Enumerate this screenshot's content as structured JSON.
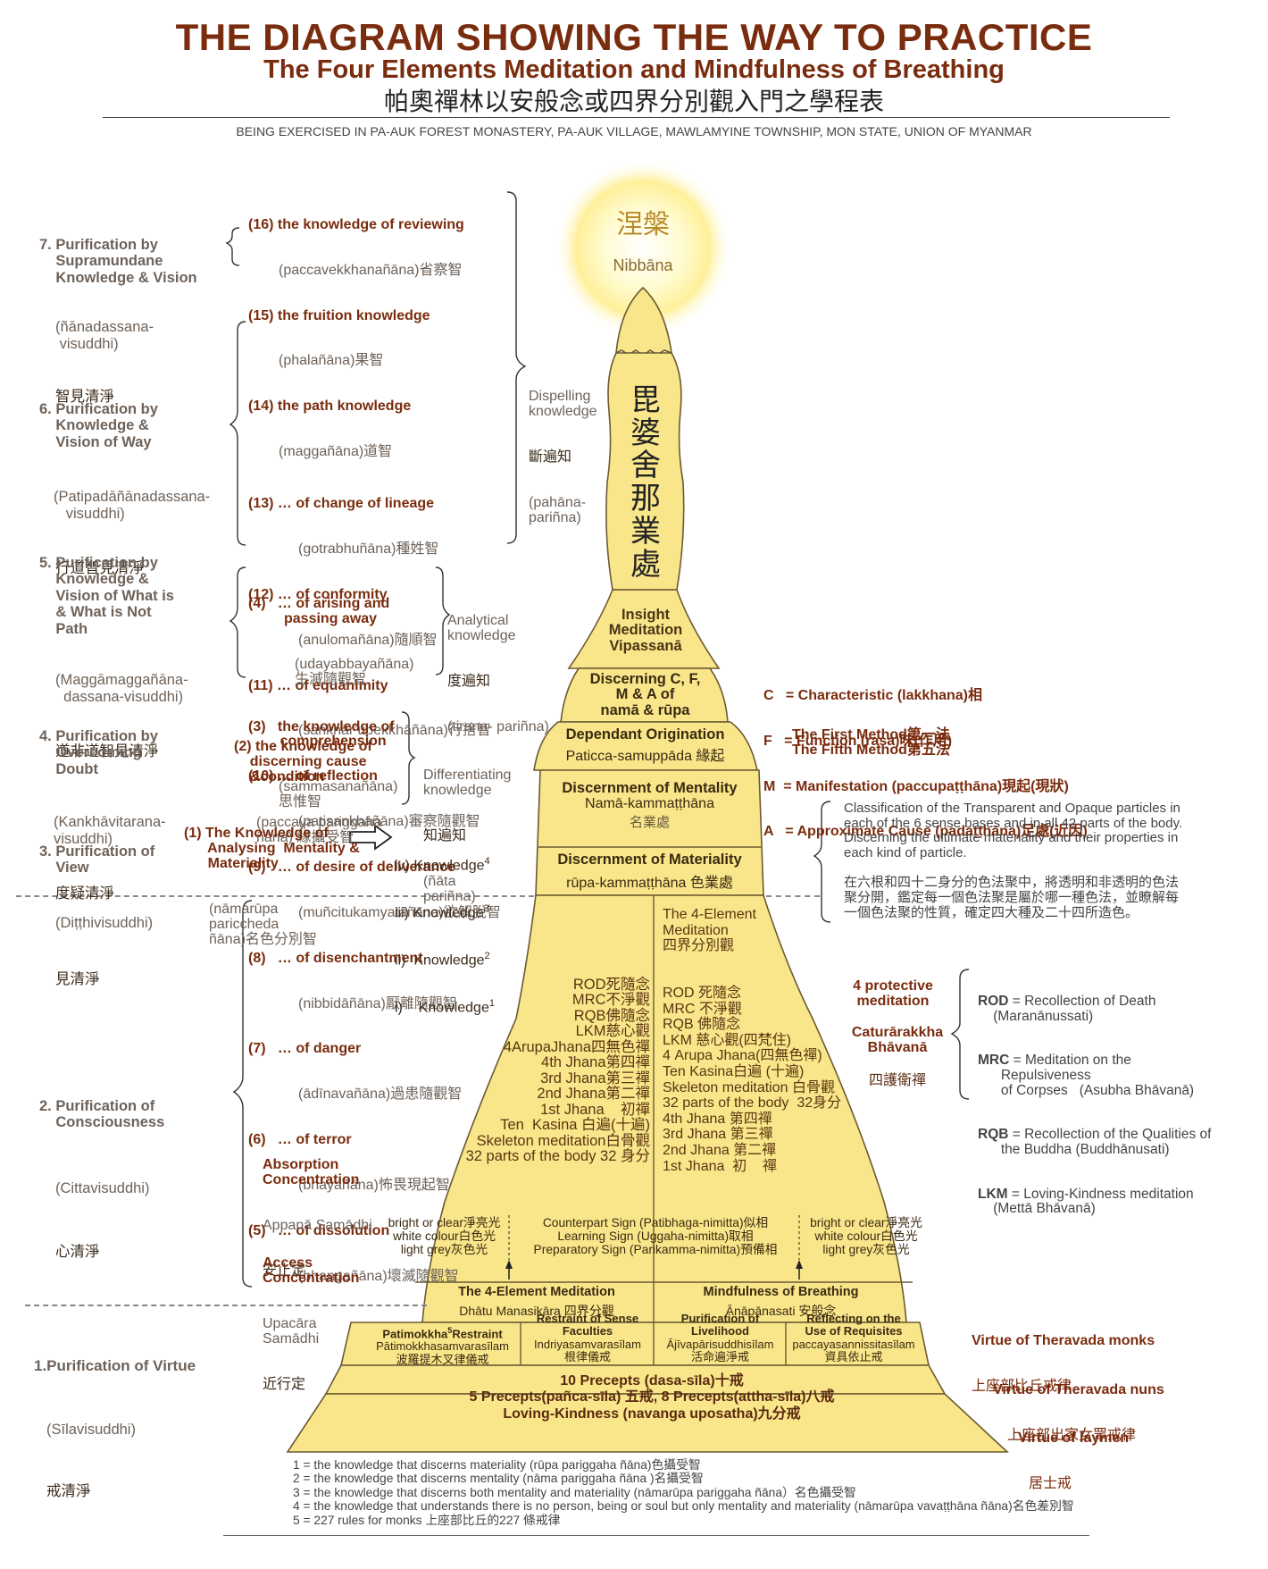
{
  "header": {
    "title": "THE DIAGRAM SHOWING THE WAY TO PRACTICE",
    "subtitle": "The Four Elements Meditation and Mindfulness of Breathing",
    "chinese_title": "帕奧禪林以安般念或四界分別觀入門之學程表",
    "location": "BEING EXERCISED IN PA-AUK FOREST MONASTERY, PA-AUK VILLAGE, MAWLAMYINE TOWNSHIP, MON STATE, UNION OF MYANMAR"
  },
  "purifications": {
    "p7": {
      "title": "7. Purification by\n    Supramundane\n    Knowledge & Vision",
      "pali": "(ñānadassana-\n visuddhi)",
      "zh": "智見清淨"
    },
    "p6": {
      "title": "6. Purification by\n    Knowledge &\n    Vision of Way",
      "pali": "(Patipadāñānadassana-\n   visuddhi)",
      "zh": "行道智見清淨"
    },
    "p5": {
      "title": "5. Purification by\n    Knowledge &\n    Vision of What is\n    & What is Not\n    Path",
      "pali": "(Maggāmaggañāna-\n  dassana-visuddhi)",
      "zh": "道非道智見清淨"
    },
    "p4": {
      "title": "4. Purification by\n    Overcoming\n    Doubt",
      "pali": "(Kankhāvitarana-\nvisuddhi)",
      "zh": "度疑清淨"
    },
    "p3": {
      "title": "3. Purification of\n    View",
      "pali": "(Diṭṭhivisuddhi)",
      "zh": "見清淨"
    },
    "p2": {
      "title": "2. Purification of\n    Consciousness",
      "pali": "(Cittavisuddhi)",
      "zh": "心清淨"
    },
    "p1": {
      "title": "1.Purification of Virtue",
      "pali": "(Sīlavisuddhi)",
      "zh": "戒清淨"
    }
  },
  "knowledges": {
    "k16": "(16) the knowledge of reviewing",
    "k16p": "(paccavekkhanañāna)省察智",
    "k15": "(15) the fruition knowledge",
    "k15p": "(phalañāna)果智",
    "k14": "(14) the path knowledge",
    "k14p": "(maggañāna)道智",
    "k13": "(13) … of change of lineage",
    "k13p": "(gotrabhuñāna)種姓智",
    "k12": "(12) … of conformity",
    "k12p": "(anulomañāna)隨順智",
    "k11": "(11) … of equanimity",
    "k11p": "(sankhār’upekkhāñāna)行捨智",
    "k10": "(10) … of reflection",
    "k10p": "(patisankhāñāna)審察隨觀智",
    "k9": "(9)   … of desire of deliverance",
    "k9p": "(muñcitukamyatāñāna)欲解脫智",
    "k8": "(8)   … of disenchantment",
    "k8p": "(nibbidāñāna)厭離隨觀智",
    "k7": "(7)   … of danger",
    "k7p": "(ādīnavañāna)過患隨觀智",
    "k6": "(6)   … of terror",
    "k6p": "(bhayañāna)怖畏現起智",
    "k5": "(5)   … of dissolution",
    "k5p": "(bhangañāna)壞滅隨觀智",
    "k4": "(4)   … of arising and\n         passing away",
    "k4p": "(udayabbayañāna)\n生滅隨觀智",
    "k3": "(3)   the knowledge of\n        comprehension",
    "k3p": "(sammasanañāna)\n思惟智",
    "k2": "(2) the knowledge of\n    discerning cause\n    &condition",
    "k2p": "(paccaya pariggaha\nñāna) 緣攝受智",
    "k1": "(1) The Knowledge of\n      Analysing  Mentality &\n      Materiality",
    "k1p": "(nāmarūpa\npariccheda\nñāna)名色分別智"
  },
  "knowledge_groups": {
    "dispelling": "Dispelling\nknowledge",
    "dispelling_zh": "斷遍知",
    "dispelling_pali": "(pahāna-\npariñna)",
    "analytical": "Analytical\nknowledge",
    "analytical_zh": "度遍知",
    "analytical_pali": "(tirana- pariñna)",
    "differentiating": "Differentiating\nknowledge",
    "differentiating_zh": "知遍知",
    "differentiating_pali": "(ñāta\npariñna)"
  },
  "arrow_list": {
    "iv": "iv) Knowledge",
    "iv_sup": "4",
    "iii": "iii) Knowledge",
    "iii_sup": "3",
    "ii": "ii)  Knowledge",
    "ii_sup": "2",
    "i": "i)    Knowledge",
    "i_sup": "1"
  },
  "stupa": {
    "nibbana_zh": "涅槃",
    "nibbana": "Nibbāna",
    "vipassana_zh": "毘\n婆\n舍\n那\n業\n處",
    "insight": "Insight\nMeditation\nVipassanā",
    "discerning_cf": "Discerning C, F,\nM & A of\nnamā & rūpa",
    "dependant": "Dependant Origination",
    "paticca": "Paticca-samuppāda 緣起",
    "mentality": "Discernment of Mentality",
    "mentality_pali": "Namā-kammaṭṭhāna",
    "mentality_zh": "名業處",
    "materiality": "Discernment of Materiality",
    "materiality_pali": "rūpa-kammaṭṭhāna 色業處",
    "four_element_head": "The 4-Element\nMeditation\n四界分別觀",
    "left_col": "ROD死隨念\nMRC不淨觀\nRQB佛隨念\nLKM慈心觀\n4ArupaJhana四無色禪\n4th Jhana第四禪\n3rd Jhana第三禪\n2nd Jhana第二禪\n1st Jhana    初禪\nTen  Kasina 白遍(十遍)\nSkeleton meditation白骨觀\n32 parts of the body 32 身分",
    "right_col": "ROD 死隨念\nMRC 不淨觀\nRQB 佛隨念\nLKM 慈心觀(四梵住)\n4 Arupa Jhana(四無色禪)\nTen Kasina白遍 (十遍)\nSkeleton meditation 白骨觀\n32 parts of the body  32身分\n4th Jhana 第四禪\n3rd Jhana 第三禪\n2nd Jhana 第二禪\n1st Jhana  初    禪",
    "sign_left": "bright or clear淨亮光\nwhite colour白色光\nlight grey灰色光",
    "sign_mid": "Counterpart Sign (Patibhaga-nimitta)似相\nLearning Sign (Uggaha-nimitta)取相\nPreparatory Sign (Parikamma-nimitta)預備相",
    "sign_right": "bright or clear淨亮光\nwhite colour白色光\nlight grey灰色光",
    "base_left": "The 4-Element Meditation",
    "base_left_sub": "Dhātu Manasikāra 四界分觀",
    "base_right": "Mindfulness of Breathing",
    "base_right_sub": "Ānāpānasati 安般念",
    "vr1_h": "Patimokkha",
    "vr1_sup": "5",
    "vr1_h2": "Restraint",
    "vr1_s": "Pātimokkhasamvarasīlam\n波羅提木叉律儀戒",
    "vr2_h": "Restraint of Sense\nFaculties",
    "vr2_s": "Indriyasamvarasīlam\n根律儀戒",
    "vr3_h": "Purification of\nLivelihood",
    "vr3_s": "Ājīvapārisuddhisīlam\n活命遍淨戒",
    "vr4_h": "Reflecting on the\nUse of Requisites",
    "vr4_s": "paccayasannissitasīlam\n資具依止戒",
    "precepts": "10 Precepts (dasa-sīla)十戒\n5 Precepts(pañca-sīla) 五戒, 8 Precepts(attha-sīla)八戒\nLoving-Kindness (navanga uposatha)九分戒"
  },
  "concentration": {
    "absorption": "Absorption\nConcentration",
    "absorption_pali": "Appanā Samādhi",
    "absorption_zh": "安止定",
    "access": "Access\nConcentration",
    "access_pali": "Upacāra\nSamādhi",
    "access_zh": "近行定"
  },
  "cfma": {
    "c": "C   = Characteristic (lakkhana)相",
    "f": "F   = Function (rasa)味(作用)",
    "m": "M  = Manifestation (paccupaṭṭhāna)現起(現狀)",
    "a": "A   = Approximate Cause (padaṭṭhāna)足處(近因)"
  },
  "methods": "The First Method第一法\nThe Fifth Method第五法",
  "classification_en": "Classification of the Transparent and Opaque particles in\neach of the 6 sense bases and in all 42 parts of the body.\nDiscerning the ultimate materiality and their properties in\neach kind of particle.",
  "classification_zh": "在六根和四十二身分的色法聚中，將透明和非透明的色法\n聚分開，鑑定每一個色法聚是屬於哪一種色法，並瞭解每\n一個色法聚的性質，確定四大種及二十四所造色。",
  "protective": {
    "title": "4 protective\nmeditation",
    "pali": "Caturārakkha\nBhāvanā",
    "zh": "四護衛禪",
    "rod_k": "ROD",
    "rod_v": " = Recollection of Death\n    (Maranānussati)",
    "mrc_k": "MRC",
    "mrc_v": " = Meditation on the\n      Repulsiveness\n      of Corpses   (Asubha Bhāvanā)",
    "rqb_k": "RQB",
    "rqb_v": " = Recollection of the Qualities of\n      the Buddha (Buddhānusati)",
    "lkm_k": "LKM",
    "lkm_v": " = Loving-Kindness meditation\n    (Mettā Bhāvanā)"
  },
  "virtue_labels": {
    "monks": "Virtue of Theravada monks",
    "monks_zh": "上座部比丘戒律",
    "nuns": "Virtue of Theravada nuns",
    "nuns_zh": "上座部出家女眾戒律",
    "laymen": "Virtue of laymen",
    "laymen_zh": "居士戒"
  },
  "footnotes": {
    "f1": "1 = the knowledge that discerns materiality (rūpa pariggaha ñāna)色攝受智",
    "f2": "2 = the knowledge that discerns mentality (nāma pariggaha ñāna )名攝受智",
    "f3": "3 = the knowledge that discerns both mentality and materiality (nāmarūpa pariggaha ñāna）名色攝受智",
    "f4": "4 = the knowledge that understands there is no person, being or soul but only mentality and materiality (nāmarūpa vavaṭṭhāna ñāna)名色差別智",
    "f5": "5 = 227 rules for monks 上座部比丘的227 條戒律"
  },
  "colors": {
    "stupa_fill": "#f9e68b",
    "stupa_line": "#6b5a30",
    "title_brown": "#7a2c0e",
    "glow": "#fff6a0"
  }
}
